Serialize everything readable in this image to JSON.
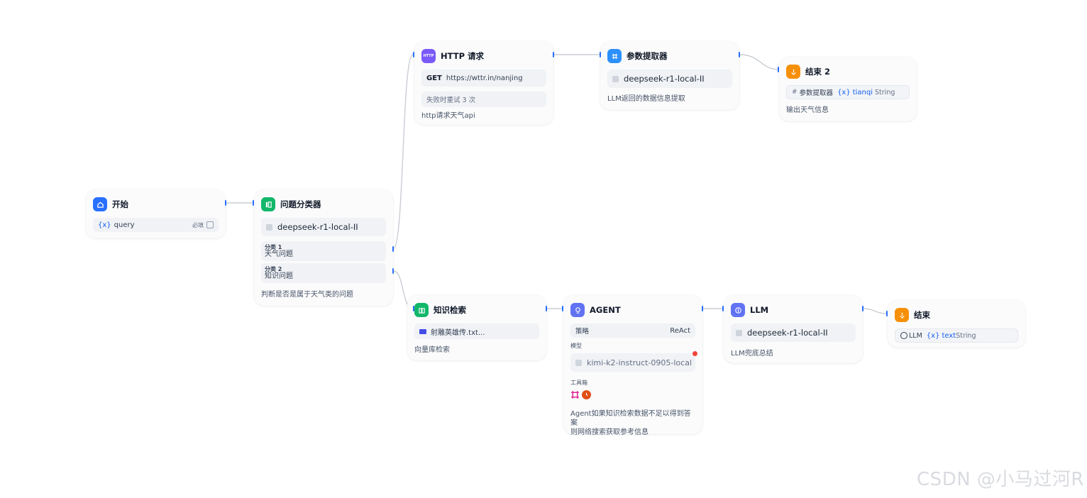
{
  "nodes": {
    "start": {
      "title": "开始",
      "var_name": "query",
      "required_label": "必填",
      "icon": "home-icon",
      "color": "#2970ff"
    },
    "classifier": {
      "title": "问题分类器",
      "model": "deepseek-r1-local-II",
      "icon": "classifier-icon",
      "color": "#12b76a",
      "classes": [
        {
          "label": "分类 1",
          "value": "天气问题"
        },
        {
          "label": "分类 2",
          "value": "知识问题"
        }
      ],
      "description": "判断是否是属于天气类的问题"
    },
    "http": {
      "title": "HTTP 请求",
      "icon_text": "HTTP",
      "color": "#7a5af8",
      "method": "GET",
      "url": "https://wttr.in/nanjing",
      "retry": "失败时重试 3 次",
      "description": "http请求天气api"
    },
    "extractor": {
      "title": "参数提取器",
      "model": "deepseek-r1-local-II",
      "icon": "grid-icon",
      "color": "#2e90fa",
      "description": "LLM返回的数据信息提取"
    },
    "end2": {
      "title": "结束 2",
      "icon": "end-icon",
      "color": "#f79009",
      "source": "参数提取器",
      "var_name": "tianqi",
      "var_type": "String",
      "description": "输出天气信息"
    },
    "knowledge": {
      "title": "知识检索",
      "icon": "book-icon",
      "color": "#12b76a",
      "dataset": "射雕英雄传.txt...",
      "description": "向量库检索"
    },
    "agent": {
      "title": "AGENT",
      "icon": "agent-icon",
      "color": "#6172f3",
      "strategy_label": "策略",
      "strategy_value": "ReAct",
      "model_label": "模型",
      "model": "kimi-k2-instruct-0905-local",
      "tools_label": "工具箱",
      "description_line1": "Agent如果知识检索数据不足以得到答案",
      "description_line2": "则网络搜索获取参考信息"
    },
    "llm": {
      "title": "LLM",
      "icon": "llm-icon",
      "color": "#6172f3",
      "model": "deepseek-r1-local-II",
      "description": "LLM兜底总结"
    },
    "end": {
      "title": "结束",
      "icon": "end-icon",
      "color": "#f79009",
      "source": "LLM",
      "var_name": "text",
      "var_type": "String"
    }
  },
  "var_prefix": "{x}",
  "colors": {
    "handle": "#2970ff",
    "edge": "#c9cdd4"
  },
  "watermark": "CSDN @小马过河R"
}
